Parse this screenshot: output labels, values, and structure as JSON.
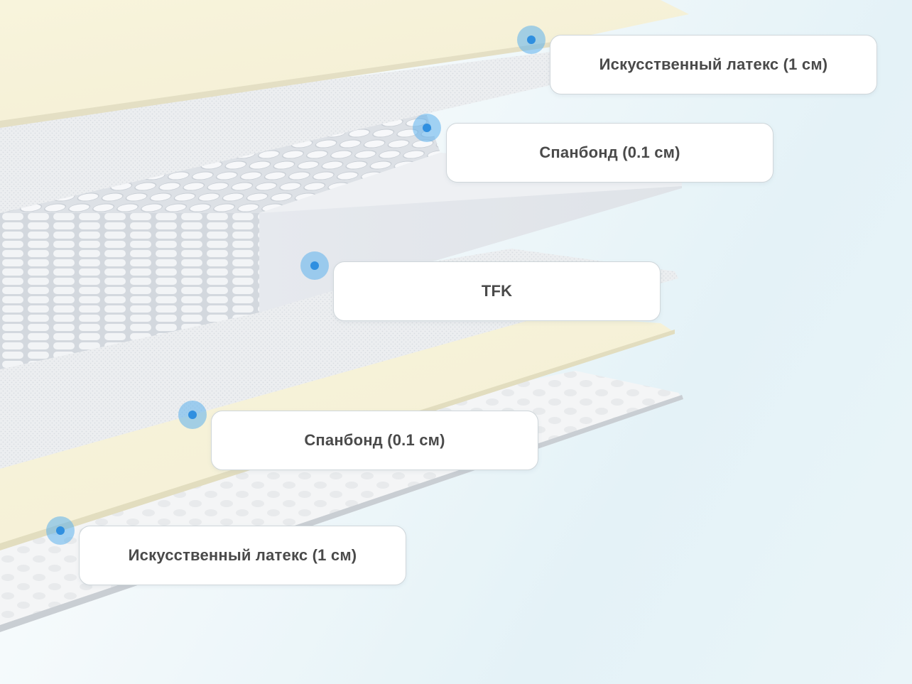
{
  "colors": {
    "latex": "#f6f1d8",
    "spunbond": "#eef0f2",
    "block": "#e3e7ec",
    "marker": "#3b97e3",
    "label_text": "#4a4a4a"
  },
  "layers": [
    {
      "id": "top-latex",
      "label": "Искусственный латекс (1 см)"
    },
    {
      "id": "top-spunbond",
      "label": "Спанбонд (0.1 см)"
    },
    {
      "id": "spring-block",
      "label": "TFK"
    },
    {
      "id": "bottom-spunbond",
      "label": "Спанбонд (0.1 см)"
    },
    {
      "id": "bottom-latex",
      "label": "Искусственный латекс (1 см)"
    }
  ]
}
